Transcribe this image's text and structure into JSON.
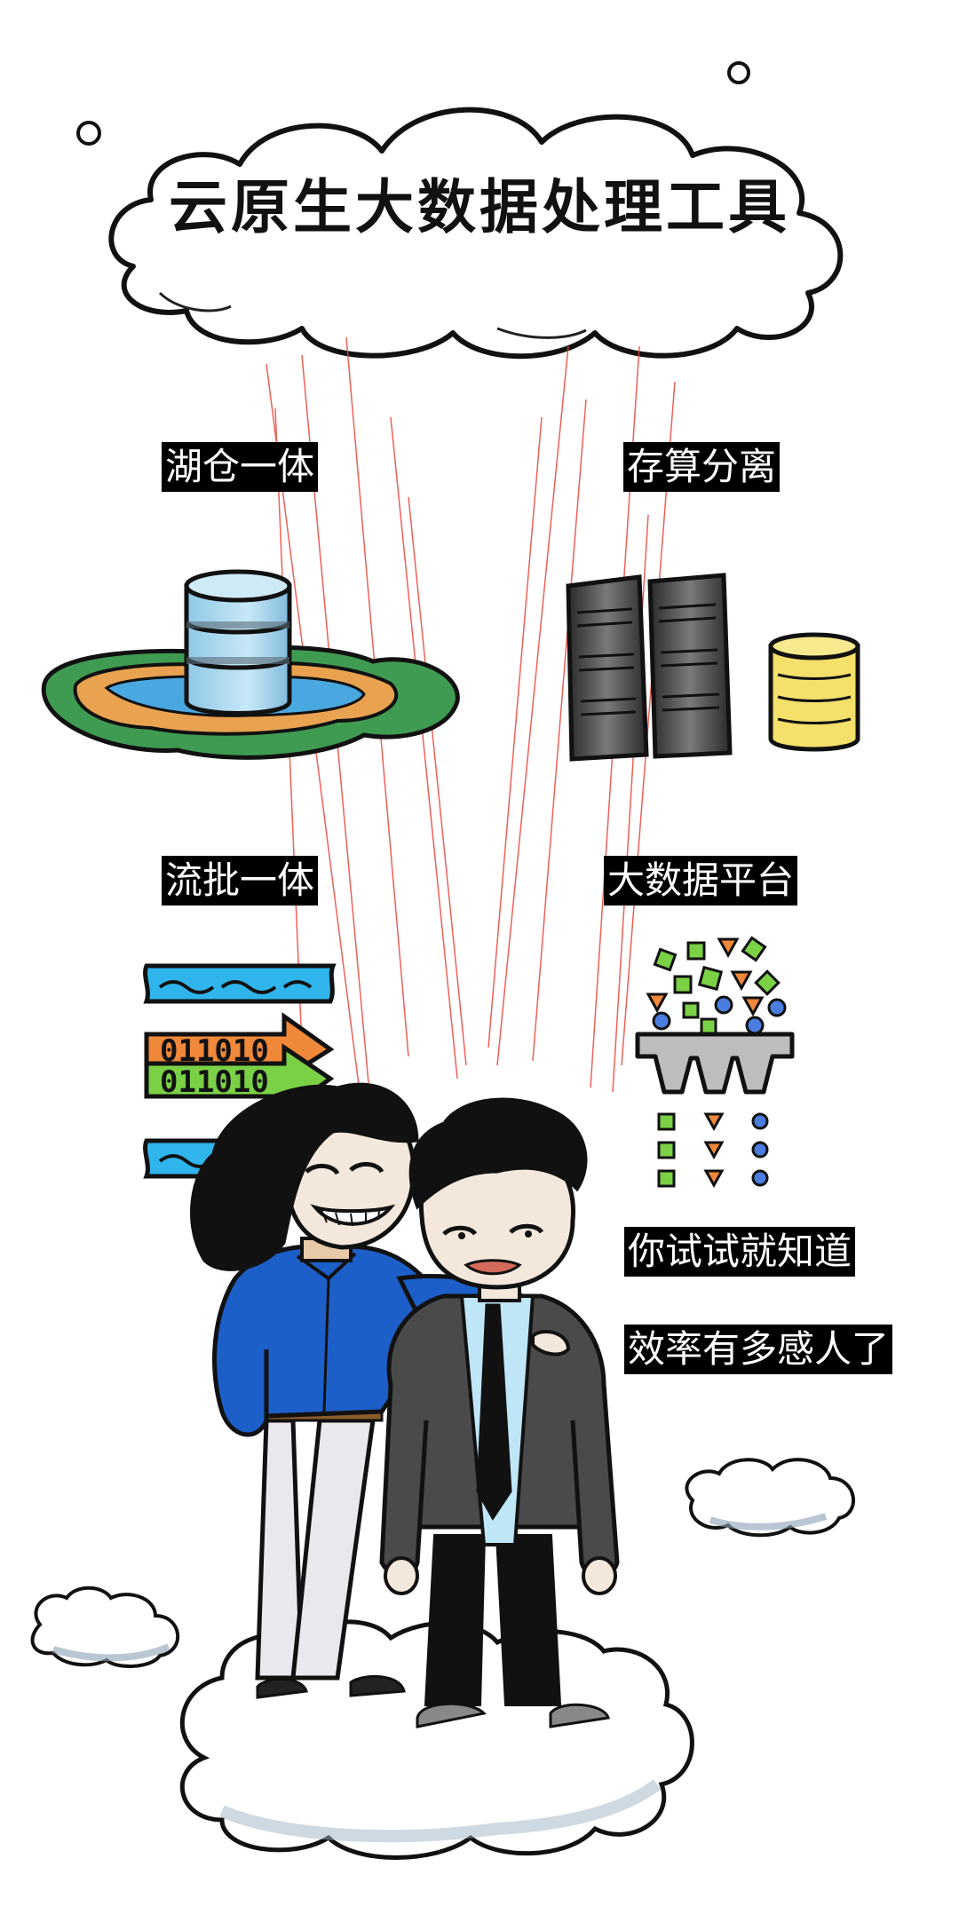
{
  "title": "云原生大数据处理工具",
  "features": {
    "lake_warehouse": "湖仓一体",
    "storage_compute": "存算分离",
    "stream_batch": "流批一体",
    "bigdata_platform": "大数据平台"
  },
  "speech": {
    "line1": "你试试就知道",
    "line2": "效率有多感人了"
  },
  "binary_text": "011010",
  "colors": {
    "ray": "#e8463c",
    "water": "#4aa8e0",
    "lake_green": "#3f9b52",
    "lake_orange": "#e9a24f",
    "server": "#3a3a3a",
    "db_yellow": "#f4e06a",
    "db_blue": "#a8d8ee",
    "arrow_orange": "#f0883a",
    "arrow_green": "#7bd145",
    "blue_shirt": "#1d5fc9",
    "suit_grey": "#4a4a4a"
  }
}
